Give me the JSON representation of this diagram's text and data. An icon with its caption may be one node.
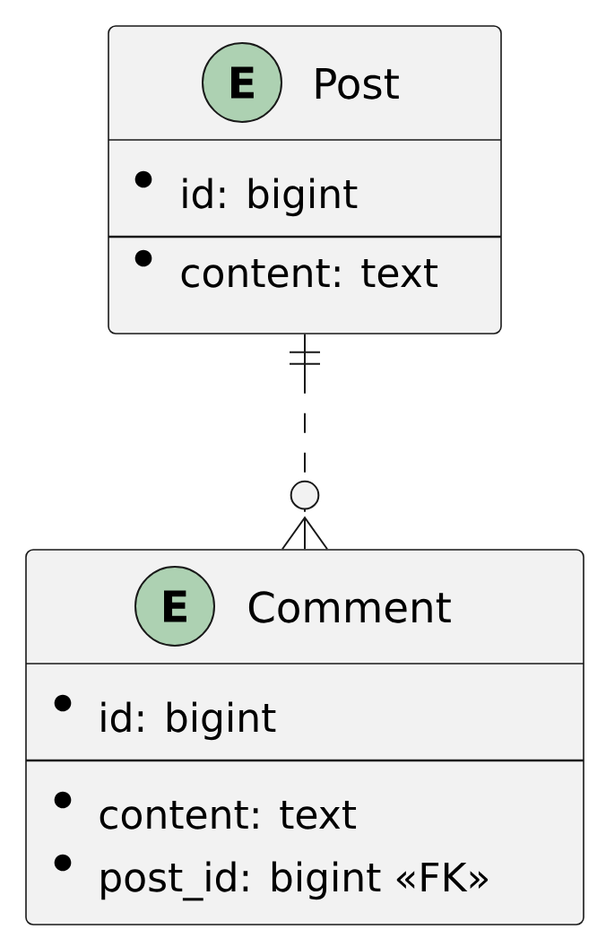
{
  "diagram": {
    "nodes": [
      {
        "text": [
          "E",
          "Post",
          "id: bigint",
          "content: text"
        ]
      },
      {
        "text": [
          "E",
          "Comment",
          "id: bigint",
          "content: text",
          "post_id: bigint «FK»"
        ]
      }
    ],
    "edges": [
      {
        "from": 0,
        "to": 1,
        "arrow": "other",
        "style": "dashed"
      }
    ]
  }
}
